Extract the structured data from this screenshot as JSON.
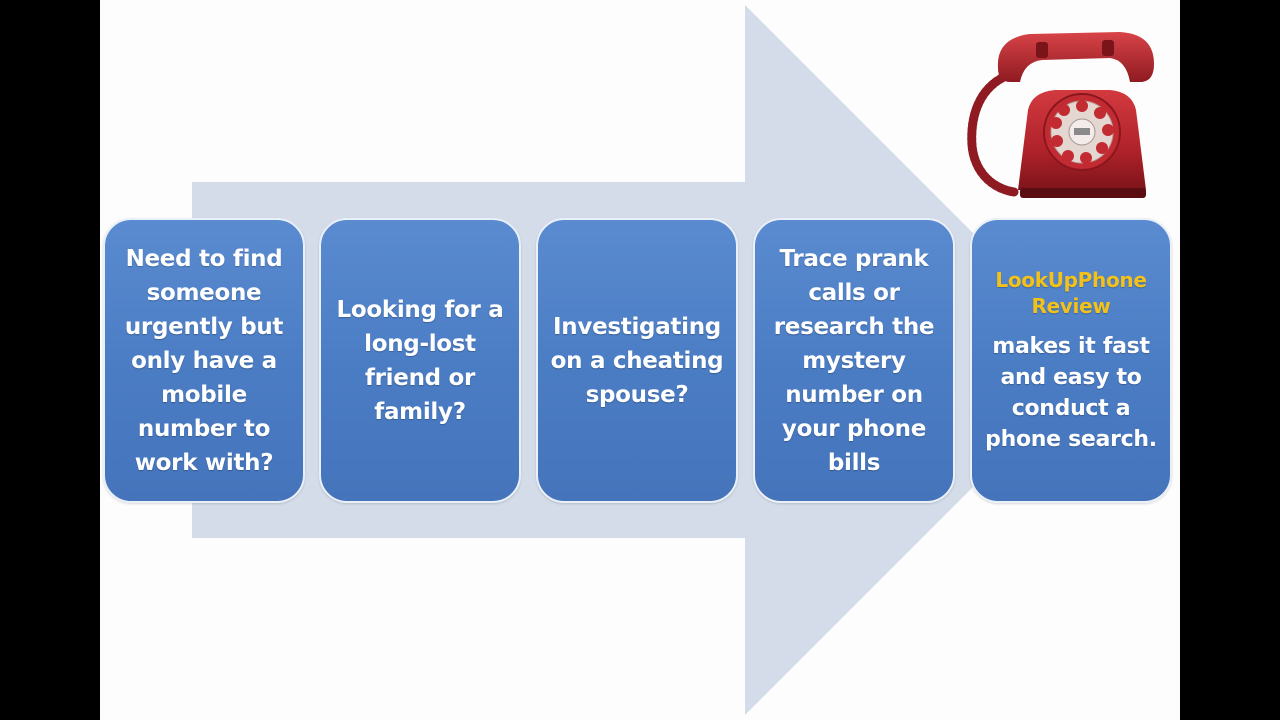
{
  "colors": {
    "arrow": "#d4dcea",
    "box_fill": "#4a7cc4",
    "box_text": "#ffffff",
    "brand_text": "#f3c21a",
    "phone_red": "#b0222a"
  },
  "steps": [
    {
      "text": "Need to find someone urgently but only have a mobile number to work with?"
    },
    {
      "text": "Looking for a long-lost friend or family?"
    },
    {
      "text": "Investigating on a cheating spouse?"
    },
    {
      "text": "Trace prank calls or research the mystery number on your phone bills"
    },
    {
      "brand": "LookUpPhone Review",
      "text": "makes it fast and easy to conduct a phone search."
    }
  ],
  "illustration": {
    "icon": "rotary-telephone-icon"
  }
}
